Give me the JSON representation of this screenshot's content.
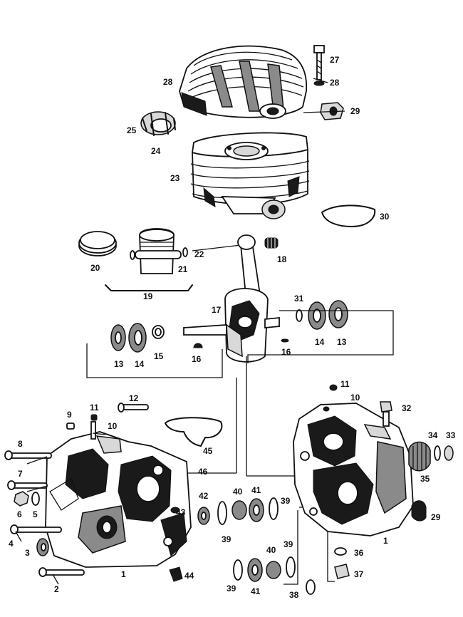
{
  "callouts": [
    {
      "id": "c27",
      "text": "27"
    },
    {
      "id": "c28a",
      "text": "28"
    },
    {
      "id": "c28b",
      "text": "28"
    },
    {
      "id": "c29a",
      "text": "29"
    },
    {
      "id": "c25",
      "text": "25"
    },
    {
      "id": "c24",
      "text": "24"
    },
    {
      "id": "c23",
      "text": "23"
    },
    {
      "id": "c30",
      "text": "30"
    },
    {
      "id": "c20",
      "text": "20"
    },
    {
      "id": "c22",
      "text": "22"
    },
    {
      "id": "c21",
      "text": "21"
    },
    {
      "id": "c18",
      "text": "18"
    },
    {
      "id": "c19",
      "text": "19"
    },
    {
      "id": "c17",
      "text": "17"
    },
    {
      "id": "c31",
      "text": "31"
    },
    {
      "id": "c13a",
      "text": "13"
    },
    {
      "id": "c14a",
      "text": "14"
    },
    {
      "id": "c15",
      "text": "15"
    },
    {
      "id": "c16a",
      "text": "16"
    },
    {
      "id": "c16b",
      "text": "16"
    },
    {
      "id": "c14b",
      "text": "14"
    },
    {
      "id": "c13b",
      "text": "13"
    },
    {
      "id": "c11a",
      "text": "11"
    },
    {
      "id": "c10a",
      "text": "10"
    },
    {
      "id": "c32",
      "text": "32"
    },
    {
      "id": "c12",
      "text": "12"
    },
    {
      "id": "c9",
      "text": "9"
    },
    {
      "id": "c11b",
      "text": "11"
    },
    {
      "id": "c10b",
      "text": "10"
    },
    {
      "id": "c34",
      "text": "34"
    },
    {
      "id": "c33",
      "text": "33"
    },
    {
      "id": "c8",
      "text": "8"
    },
    {
      "id": "c45",
      "text": "45"
    },
    {
      "id": "c46",
      "text": "46"
    },
    {
      "id": "c35",
      "text": "35"
    },
    {
      "id": "c7",
      "text": "7"
    },
    {
      "id": "c42",
      "text": "42"
    },
    {
      "id": "c40a",
      "text": "40"
    },
    {
      "id": "c41a",
      "text": "41"
    },
    {
      "id": "c39a",
      "text": "39"
    },
    {
      "id": "c6",
      "text": "6"
    },
    {
      "id": "c5",
      "text": "5"
    },
    {
      "id": "c43",
      "text": "43"
    },
    {
      "id": "c29b",
      "text": "29"
    },
    {
      "id": "c4",
      "text": "4"
    },
    {
      "id": "c39b",
      "text": "39"
    },
    {
      "id": "c1a",
      "text": "1"
    },
    {
      "id": "c3",
      "text": "3"
    },
    {
      "id": "c40b",
      "text": "40"
    },
    {
      "id": "c39c",
      "text": "39"
    },
    {
      "id": "c36",
      "text": "36"
    },
    {
      "id": "c1b",
      "text": "1"
    },
    {
      "id": "c44",
      "text": "44"
    },
    {
      "id": "c37",
      "text": "37"
    },
    {
      "id": "c2",
      "text": "2"
    },
    {
      "id": "c39d",
      "text": "39"
    },
    {
      "id": "c41b",
      "text": "41"
    },
    {
      "id": "c38",
      "text": "38"
    }
  ]
}
